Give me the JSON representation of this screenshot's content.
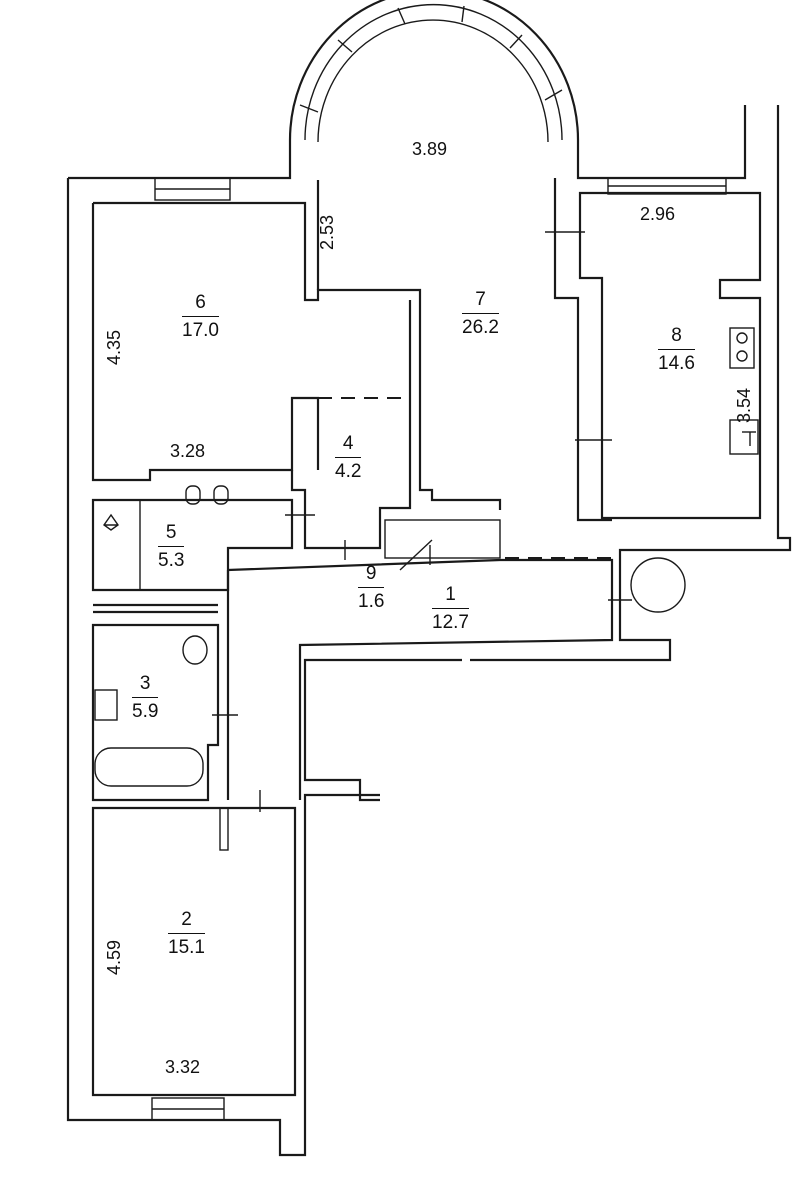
{
  "rooms": [
    {
      "number": "1",
      "area": "12.7"
    },
    {
      "number": "2",
      "area": "15.1"
    },
    {
      "number": "3",
      "area": "5.9"
    },
    {
      "number": "4",
      "area": "4.2"
    },
    {
      "number": "5",
      "area": "5.3"
    },
    {
      "number": "6",
      "area": "17.0"
    },
    {
      "number": "7",
      "area": "26.2"
    },
    {
      "number": "8",
      "area": "14.6"
    },
    {
      "number": "9",
      "area": "1.6"
    }
  ],
  "dimensions": {
    "room7_width": "3.89",
    "room7_depth": "2.53",
    "room8_width": "2.96",
    "room8_depth": "3.54",
    "room6_depth": "4.35",
    "room6_width": "3.28",
    "room2_depth": "4.59",
    "room2_width": "3.32"
  }
}
